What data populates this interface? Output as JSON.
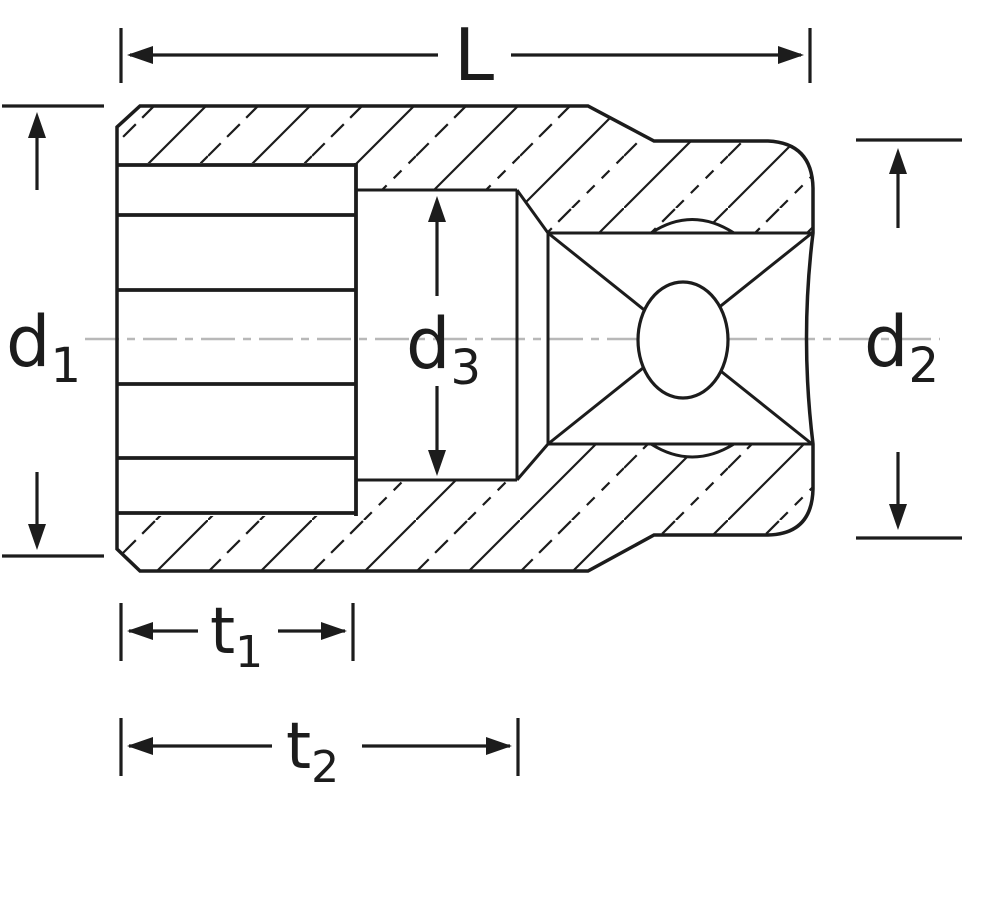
{
  "figure": {
    "background": "#ffffff",
    "line_color": "#1c1c1c",
    "centerline_color": "#b8b8b8"
  },
  "labels": {
    "L": "L",
    "d1": {
      "base": "d",
      "sub": "1"
    },
    "d2": {
      "base": "d",
      "sub": "2"
    },
    "d3": {
      "base": "d",
      "sub": "3"
    },
    "t1": {
      "base": "t",
      "sub": "1"
    },
    "t2": {
      "base": "t",
      "sub": "2"
    }
  }
}
